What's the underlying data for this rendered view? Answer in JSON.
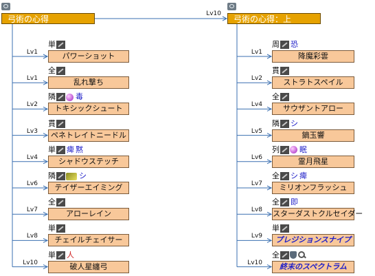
{
  "trees": [
    {
      "title": "弓術の心得",
      "unlock_level": "",
      "skills": [
        {
          "level": "Lv1",
          "name": "パワーショット",
          "target": "単",
          "status": [],
          "special": false
        },
        {
          "level": "Lv1",
          "name": "乱れ撃ち",
          "target": "全",
          "status": [],
          "special": false
        },
        {
          "level": "Lv2",
          "name": "トキシックシュート",
          "target": "隣",
          "status": [
            {
              "icon": "orb-icon",
              "text": "毒",
              "color": "#2020c8"
            }
          ],
          "special": false
        },
        {
          "level": "Lv3",
          "name": "ペネトレイトニードル",
          "target": "貫",
          "status": [],
          "special": false
        },
        {
          "level": "Lv4",
          "name": "シャドウステッチ",
          "target": "単",
          "status": [
            {
              "icon": "",
              "text": "痺",
              "color": "#2020c8"
            },
            {
              "icon": "",
              "text": "黙",
              "color": "#2020c8"
            }
          ],
          "special": false
        },
        {
          "level": "Lv6",
          "name": "テイザーエイミング",
          "target": "隣",
          "status": [
            {
              "icon": "feather-icon",
              "text": "シ",
              "color": "#2020c8"
            }
          ],
          "special": false
        },
        {
          "level": "Lv7",
          "name": "アローレイン",
          "target": "全",
          "status": [],
          "special": false
        },
        {
          "level": "Lv8",
          "name": "チェイルチェイサー",
          "target": "単",
          "status": [],
          "special": false
        },
        {
          "level": "Lv10",
          "name": "破人星纏弓",
          "target": "単",
          "status": [
            {
              "icon": "",
              "text": "人",
              "color": "#d02020"
            }
          ],
          "special": false
        }
      ]
    },
    {
      "title": "弓術の心得：上",
      "unlock_level": "Lv10",
      "skills": [
        {
          "level": "Lv1",
          "name": "降魔彩雲",
          "target": "周",
          "status": [
            {
              "icon": "",
              "text": "恐",
              "color": "#2020c8"
            }
          ],
          "special": false
        },
        {
          "level": "Lv2",
          "name": "ストラトスペイル",
          "target": "貫",
          "status": [],
          "special": false
        },
        {
          "level": "Lv4",
          "name": "サウザントアロー",
          "target": "全",
          "status": [],
          "special": false
        },
        {
          "level": "Lv5",
          "name": "鏑玉響",
          "target": "隣",
          "status": [
            {
              "icon": "",
              "text": "シ",
              "color": "#2020c8"
            }
          ],
          "special": false
        },
        {
          "level": "Lv6",
          "name": "霊月飛星",
          "target": "列",
          "status": [
            {
              "icon": "orb-icon",
              "text": "眠",
              "color": "#2020c8"
            }
          ],
          "special": false
        },
        {
          "level": "Lv7",
          "name": "ミリオンフラッシュ",
          "target": "全",
          "status": [
            {
              "icon": "",
              "text": "シ",
              "color": "#2020c8"
            },
            {
              "icon": "",
              "text": "痺",
              "color": "#2020c8"
            }
          ],
          "special": false
        },
        {
          "level": "Lv8",
          "name": "スターダストクルセイダー",
          "target": "全",
          "status": [
            {
              "icon": "",
              "text": "即",
              "color": "#2020c8"
            }
          ],
          "special": false
        },
        {
          "level": "Lv9",
          "name": "プレジションスナイプ",
          "target": "単",
          "status": [],
          "special": true
        },
        {
          "level": "Lv10",
          "name": "終末のスペクトラム",
          "target": "全",
          "status": [
            {
              "icon": "shield-icon",
              "text": "",
              "color": ""
            },
            {
              "icon": "key-icon",
              "text": "",
              "color": ""
            }
          ],
          "special": true
        }
      ]
    }
  ],
  "colors": {
    "header_bg": "#e6a200",
    "node_bg": "#f8c89a",
    "line": "#3a6fb0",
    "special_text": "#2020c8"
  }
}
